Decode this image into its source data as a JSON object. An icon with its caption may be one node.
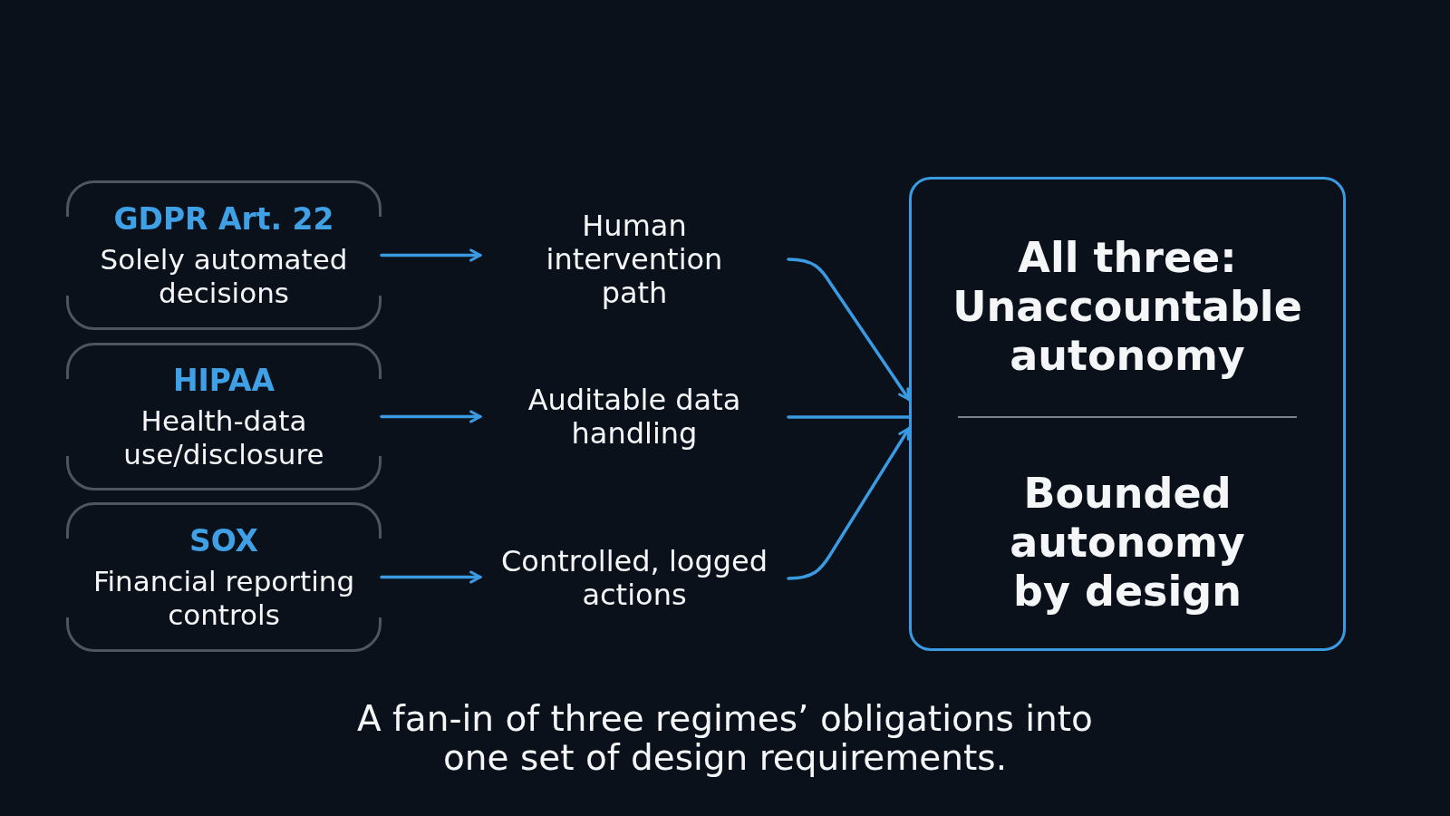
{
  "diagram": {
    "nodes": [
      {
        "text": [
          "GDPR Art. 22",
          "Solely automated decisions"
        ]
      },
      {
        "text": [
          "HIPAA",
          "Health-data use/disclosure"
        ]
      },
      {
        "text": [
          "SOX",
          "Financial reporting controls"
        ]
      },
      {
        "text": [
          "Human intervention path"
        ]
      },
      {
        "text": [
          "Auditable data handling"
        ]
      },
      {
        "text": [
          "Controlled, logged actions"
        ]
      },
      {
        "text": [
          "All three: Unaccountable autonomy",
          "Bounded autonomy by design"
        ]
      }
    ],
    "edges": [
      {
        "from": 0,
        "to": 3,
        "arrow": "to"
      },
      {
        "from": 1,
        "to": 4,
        "arrow": "to"
      },
      {
        "from": 2,
        "to": 5,
        "arrow": "to"
      },
      {
        "from": 3,
        "to": 6,
        "arrow": "to"
      },
      {
        "from": 4,
        "to": 6,
        "arrow": "none"
      },
      {
        "from": 5,
        "to": 6,
        "arrow": "to"
      }
    ],
    "caption": "A fan-in of three regimes’ obligations into one set of design requirements."
  }
}
